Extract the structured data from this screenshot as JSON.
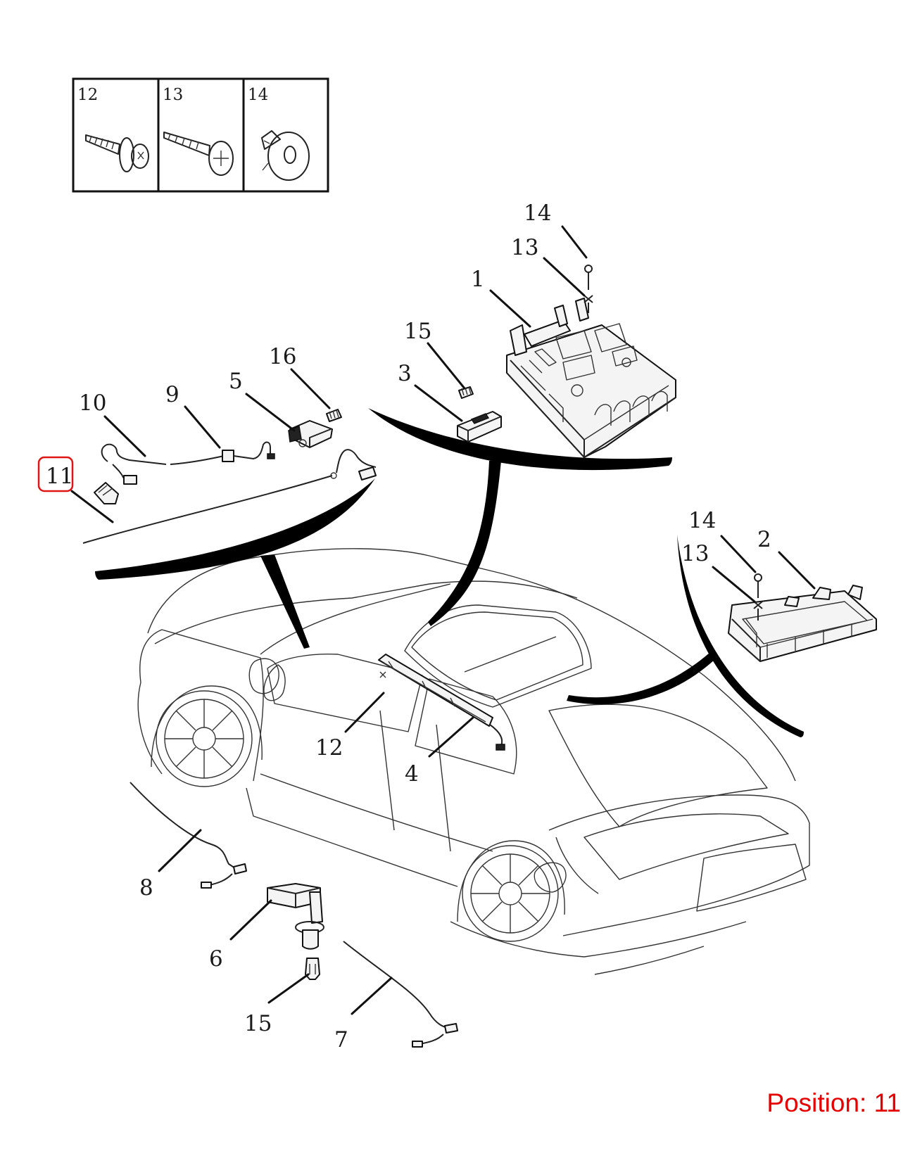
{
  "legend": [
    {
      "label": "12",
      "icon": "screw-washer-icon"
    },
    {
      "label": "13",
      "icon": "screw-icon"
    },
    {
      "label": "14",
      "icon": "clip-nut-icon"
    }
  ],
  "callouts": {
    "c1": "1",
    "c2": "2",
    "c3": "3",
    "c4": "4",
    "c5": "5",
    "c6": "6",
    "c7": "7",
    "c8": "8",
    "c9": "9",
    "c10": "10",
    "c11": "11",
    "c12_roof": "12",
    "c13_front": "13",
    "c13_rear": "13",
    "c14_front": "14",
    "c14_rear": "14",
    "c15_top": "15",
    "c15_bottom": "15",
    "c16": "16"
  },
  "highlighted_callout": "11",
  "highlight_color": "#e01515",
  "position_label": "Position: 11",
  "position_label_color": "#e60000"
}
